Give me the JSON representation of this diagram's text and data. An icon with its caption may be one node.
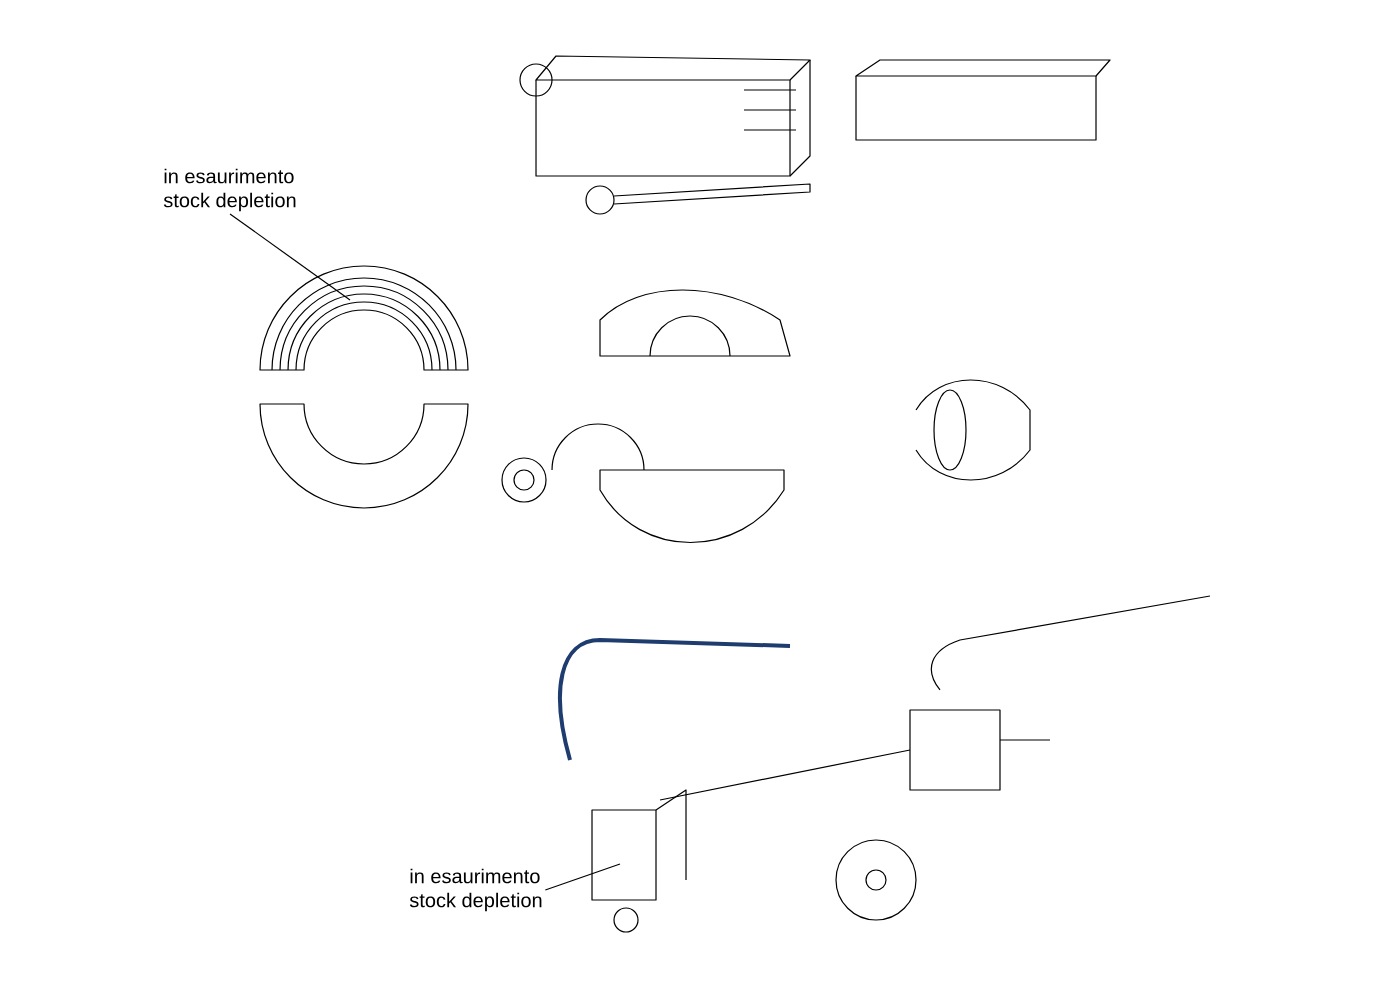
{
  "diagram": {
    "nodes": [
      {
        "text": [
          "in esaurimento",
          "stock depletion"
        ]
      },
      {
        "text": [],
        "shape": "picture"
      },
      {
        "text": [
          "in esaurimento",
          "stock depletion"
        ]
      },
      {
        "text": [],
        "shape": "picture"
      }
    ],
    "edges": [
      {
        "from": 0,
        "to": 1,
        "arrow": "none"
      },
      {
        "from": 2,
        "to": 3,
        "arrow": "none"
      }
    ]
  }
}
